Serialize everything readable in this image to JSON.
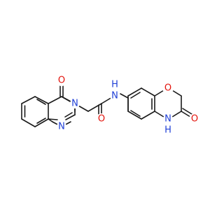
{
  "molecule": {
    "atoms": {
      "o_quinazolinone": {
        "symbol": "O",
        "color": "#e3120b"
      },
      "n3": {
        "symbol": "N",
        "color": "#1f3fd6"
      },
      "n1": {
        "symbol": "N",
        "color": "#1f3fd6"
      },
      "o_amide": {
        "symbol": "O",
        "color": "#e3120b"
      },
      "n_amide": {
        "symbol": "N",
        "color": "#1f3fd6"
      },
      "h_amide": {
        "symbol": "H",
        "color": "#1f3fd6"
      },
      "o_ring": {
        "symbol": "O",
        "color": "#e3120b"
      },
      "o_lactam": {
        "symbol": "O",
        "color": "#e3120b"
      },
      "n_lactam": {
        "symbol": "N",
        "color": "#1f3fd6"
      },
      "h_lactam": {
        "symbol": "H",
        "color": "#1f3fd6"
      }
    },
    "bond_color": "#1a1a1a"
  }
}
